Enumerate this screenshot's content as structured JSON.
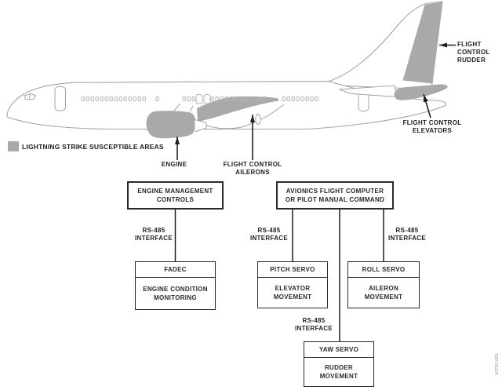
{
  "legend": {
    "label": "LIGHTNING STRIKE SUSCEPTIBLE AREAS"
  },
  "callouts": {
    "rudder": {
      "l1": "FLIGHT",
      "l2": "CONTROL",
      "l3": "RUDDER"
    },
    "elevators": {
      "l1": "FLIGHT CONTROL",
      "l2": "ELEVATORS"
    },
    "engine": {
      "l1": "ENGINE"
    },
    "ailerons": {
      "l1": "FLIGHT CONTROL",
      "l2": "AILERONS"
    }
  },
  "blocks": {
    "engine_mgmt": {
      "l1": "ENGINE MANAGEMENT",
      "l2": "CONTROLS"
    },
    "avionics": {
      "l1": "AVIONICS FLIGHT COMPUTER",
      "l2": "OR PILOT MANUAL COMMAND"
    },
    "fadec": {
      "title": "FADEC",
      "body_l1": "ENGINE CONDITION",
      "body_l2": "MONITORING"
    },
    "pitch": {
      "title": "PITCH SERVO",
      "body_l1": "ELEVATOR",
      "body_l2": "MOVEMENT"
    },
    "roll": {
      "title": "ROLL SERVO",
      "body_l1": "AILERON",
      "body_l2": "MOVEMENT"
    },
    "yaw": {
      "title": "YAW SERVO",
      "body_l1": "RUDDER",
      "body_l2": "MOVEMENT"
    }
  },
  "interface_label": {
    "l1": "RS-485",
    "l2": "INTERFACE"
  },
  "figure_code": "10702-001",
  "colors": {
    "shaded_area": "#a9a9a9",
    "aircraft_outline": "#a3a3a3",
    "ink": "#1f1f1f",
    "background": "#ffffff"
  }
}
